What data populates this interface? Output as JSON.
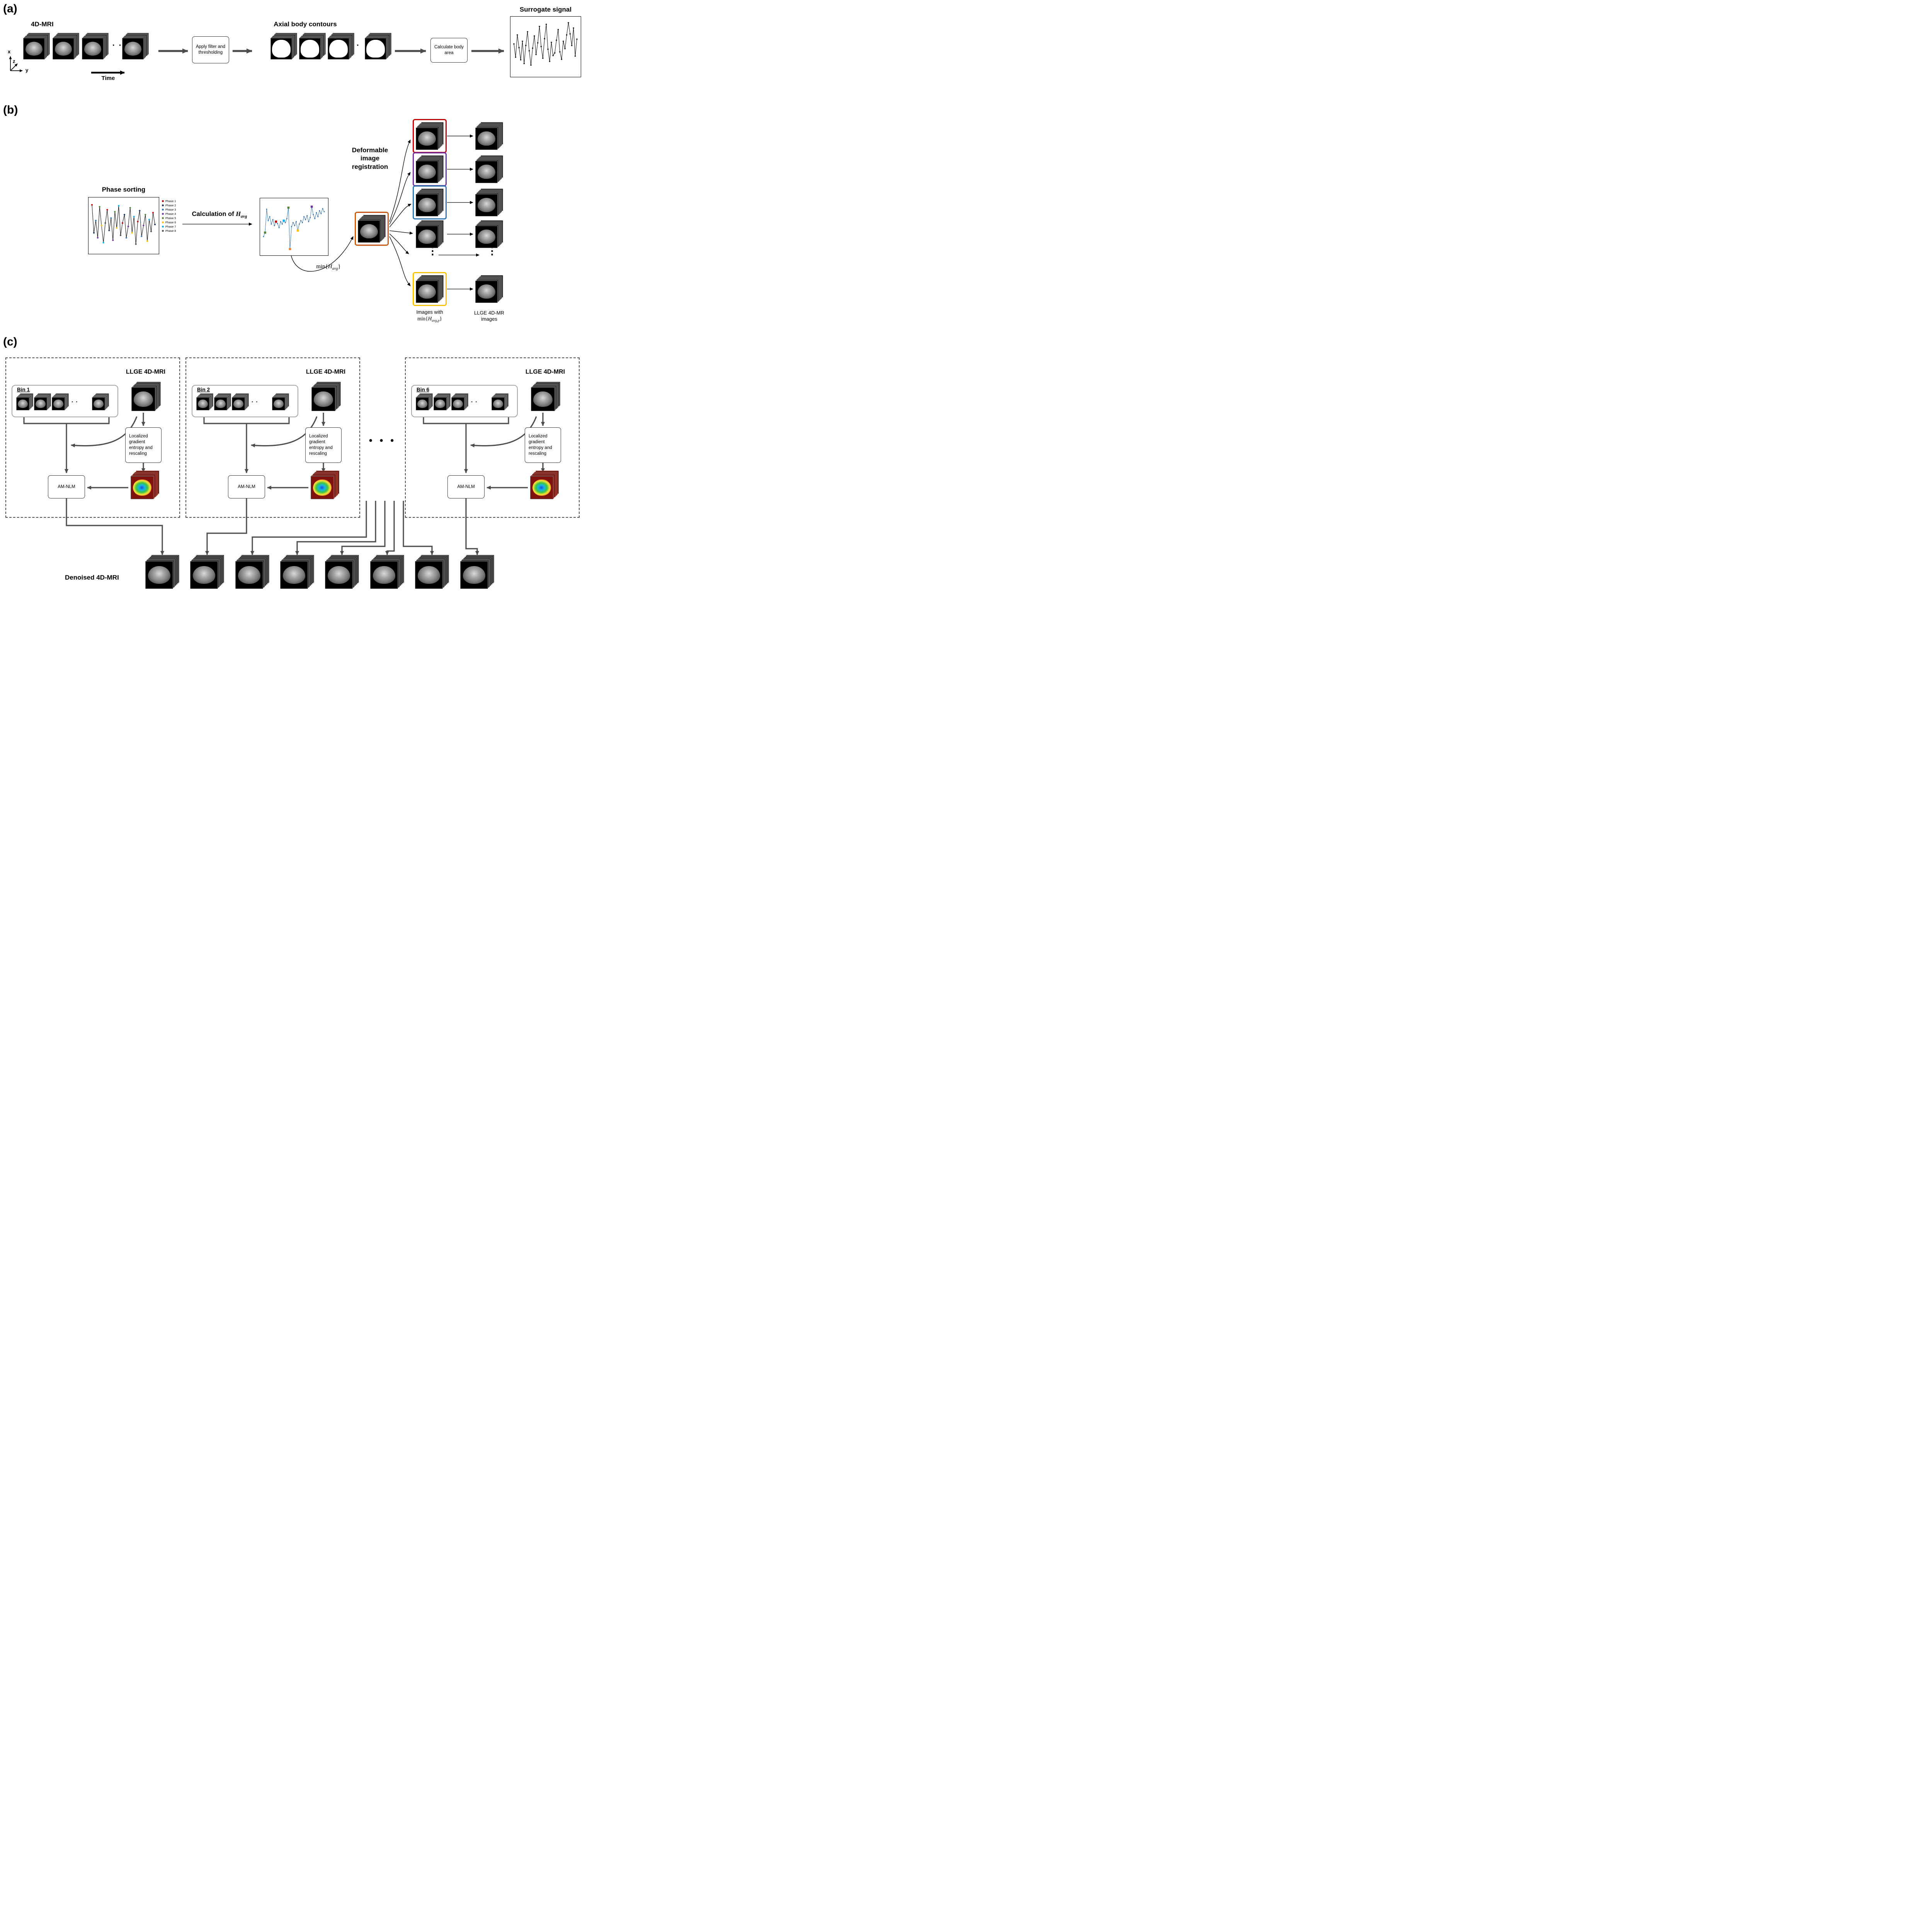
{
  "panel_a": {
    "label": "(a)",
    "mri_title": "4D-MRI",
    "axis_x": "x",
    "axis_y": "y",
    "axis_z": "z",
    "time_label": "Time",
    "ellipsis": "· · ·",
    "contours_ellipsis": "· ·",
    "filter_box_label": "Apply filter and thresholding",
    "contours_title": "Axial body contours",
    "body_area_box_label": "Calculate body area",
    "surrogate_title": "Surrogate signal",
    "surrogate_signal": [
      0.55,
      0.3,
      0.72,
      0.48,
      0.25,
      0.6,
      0.18,
      0.52,
      0.78,
      0.42,
      0.15,
      0.47,
      0.7,
      0.35,
      0.57,
      0.88,
      0.5,
      0.28,
      0.65,
      0.92,
      0.45,
      0.22,
      0.58,
      0.33,
      0.38,
      0.62,
      0.82,
      0.4,
      0.26,
      0.6,
      0.46,
      0.72,
      0.95,
      0.74,
      0.52,
      0.85,
      0.32,
      0.64
    ]
  },
  "panel_b": {
    "label": "(b)",
    "phase_title": "Phase sorting",
    "legend": [
      {
        "label": "Phase 1",
        "color": "#c00000"
      },
      {
        "label": "Phase 2",
        "color": "#203864"
      },
      {
        "label": "Phase 3",
        "color": "#2e75b6"
      },
      {
        "label": "Phase 4",
        "color": "#7030a0"
      },
      {
        "label": "Phase 5",
        "color": "#538135"
      },
      {
        "label": "Phase 6",
        "color": "#ffc000"
      },
      {
        "label": "Phase 7",
        "color": "#00b0f0"
      },
      {
        "label": "Phase 8",
        "color": "#525252"
      }
    ],
    "phase_signal": [
      0.92,
      0.35,
      0.6,
      0.25,
      0.88,
      0.5,
      0.15,
      0.55,
      0.82,
      0.4,
      0.65,
      0.2,
      0.78,
      0.45,
      0.9,
      0.3,
      0.55,
      0.72,
      0.25,
      0.48,
      0.86,
      0.35,
      0.68,
      0.12,
      0.58,
      0.8,
      0.28,
      0.5,
      0.72,
      0.18,
      0.62,
      0.38,
      0.76,
      0.52
    ],
    "calc_prefix": "Calculation of ",
    "h_symbol": "H",
    "calc_sub": "avg",
    "min_prefix": "min{",
    "min_sub": "avg",
    "minp_sub": "avg,p",
    "min_close": "}",
    "havg_signal": [
      0.3,
      0.38,
      0.85,
      0.62,
      0.7,
      0.55,
      0.64,
      0.52,
      0.6,
      0.56,
      0.48,
      0.6,
      0.55,
      0.62,
      0.58,
      0.66,
      0.88,
      0.05,
      0.5,
      0.58,
      0.52,
      0.6,
      0.42,
      0.55,
      0.62,
      0.58,
      0.7,
      0.64,
      0.72,
      0.6,
      0.68,
      0.9,
      0.74,
      0.66,
      0.78,
      0.7,
      0.82,
      0.76,
      0.86,
      0.8
    ],
    "havg_squares": [
      {
        "i": 1,
        "color": "#538135"
      },
      {
        "i": 8,
        "color": "#c00000"
      },
      {
        "i": 13,
        "color": "#00b0f0"
      },
      {
        "i": 16,
        "color": "#538135"
      },
      {
        "i": 17,
        "color": "#ed7d31"
      },
      {
        "i": 22,
        "color": "#ffc000"
      },
      {
        "i": 31,
        "color": "#7030a0"
      }
    ],
    "deformable_label": "Deformable image registration",
    "images_with_label": "Images with",
    "llge_images_label": "LLGE 4D-MR images",
    "vdots": "⋮",
    "source_border_color": "#c55a11",
    "target_border_colors": [
      "#c00000",
      "#7030a0",
      "#2e75b6",
      "",
      "#ffc000"
    ]
  },
  "panel_c": {
    "label": "(c)",
    "hdots": "• • •",
    "bins": [
      {
        "bin_label": "Bin 1",
        "llge_label": "LLGE 4D-MRI",
        "entropy_box_label": "Localized gradient entropy and rescaling",
        "amnlm_label": "AM-NLM",
        "ellipsis": "· · ·"
      },
      {
        "bin_label": "Bin 2",
        "llge_label": "LLGE 4D-MRI",
        "entropy_box_label": "Localized gradient entropy and rescaling",
        "amnlm_label": "AM-NLM",
        "ellipsis": "· · ·"
      },
      {
        "bin_label": "Bin 6",
        "llge_label": "LLGE 4D-MRI",
        "entropy_box_label": "Localized gradient entropy and rescaling",
        "amnlm_label": "AM-NLM",
        "ellipsis": "· · ·"
      }
    ],
    "denoised_label": "Denoised 4D-MRI"
  }
}
